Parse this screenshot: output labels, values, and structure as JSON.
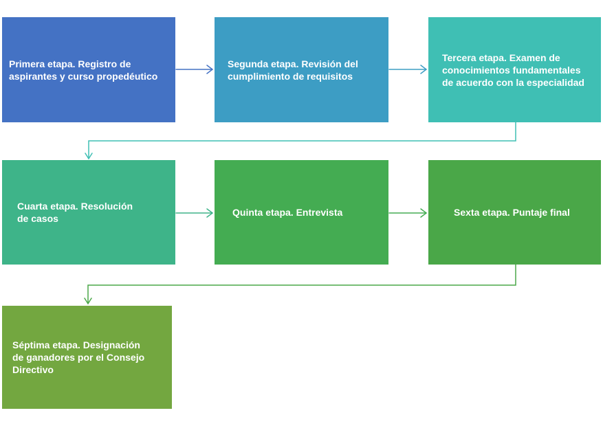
{
  "diagram": {
    "type": "flowchart",
    "language": "es",
    "nodes": [
      {
        "id": "etapa-1",
        "label": "Primera etapa. Registro de\naspirantes y curso propedéutico",
        "color": "#4472C4"
      },
      {
        "id": "etapa-2",
        "label": "Segunda etapa. Revisión del\ncumplimiento de requisitos",
        "color": "#3D9DC4"
      },
      {
        "id": "etapa-3",
        "label": "Tercera etapa. Examen de\nconocimientos fundamentales\nde acuerdo con la especialidad",
        "color": "#3FBFB4"
      },
      {
        "id": "etapa-4",
        "label": "Cuarta etapa. Resolución\nde casos",
        "color": "#3EB489"
      },
      {
        "id": "etapa-5",
        "label": "Quinta etapa. Entrevista",
        "color": "#44AC52"
      },
      {
        "id": "etapa-6",
        "label": "Sexta etapa. Puntaje final",
        "color": "#4AA748"
      },
      {
        "id": "etapa-7",
        "label": "Séptima etapa. Designación\nde ganadores por el Consejo\nDirectivo",
        "color": "#73A740"
      }
    ],
    "connectors": [
      {
        "from": "etapa-1",
        "to": "etapa-2",
        "shape": "straight",
        "color": "#4472C4"
      },
      {
        "from": "etapa-2",
        "to": "etapa-3",
        "shape": "straight",
        "color": "#3D9DC4"
      },
      {
        "from": "etapa-3",
        "to": "etapa-4",
        "shape": "elbow",
        "color": "#3FBFB4"
      },
      {
        "from": "etapa-4",
        "to": "etapa-5",
        "shape": "straight",
        "color": "#3EB489"
      },
      {
        "from": "etapa-5",
        "to": "etapa-6",
        "shape": "straight",
        "color": "#44AC52"
      },
      {
        "from": "etapa-6",
        "to": "etapa-7",
        "shape": "elbow",
        "color": "#4AA748"
      }
    ]
  }
}
